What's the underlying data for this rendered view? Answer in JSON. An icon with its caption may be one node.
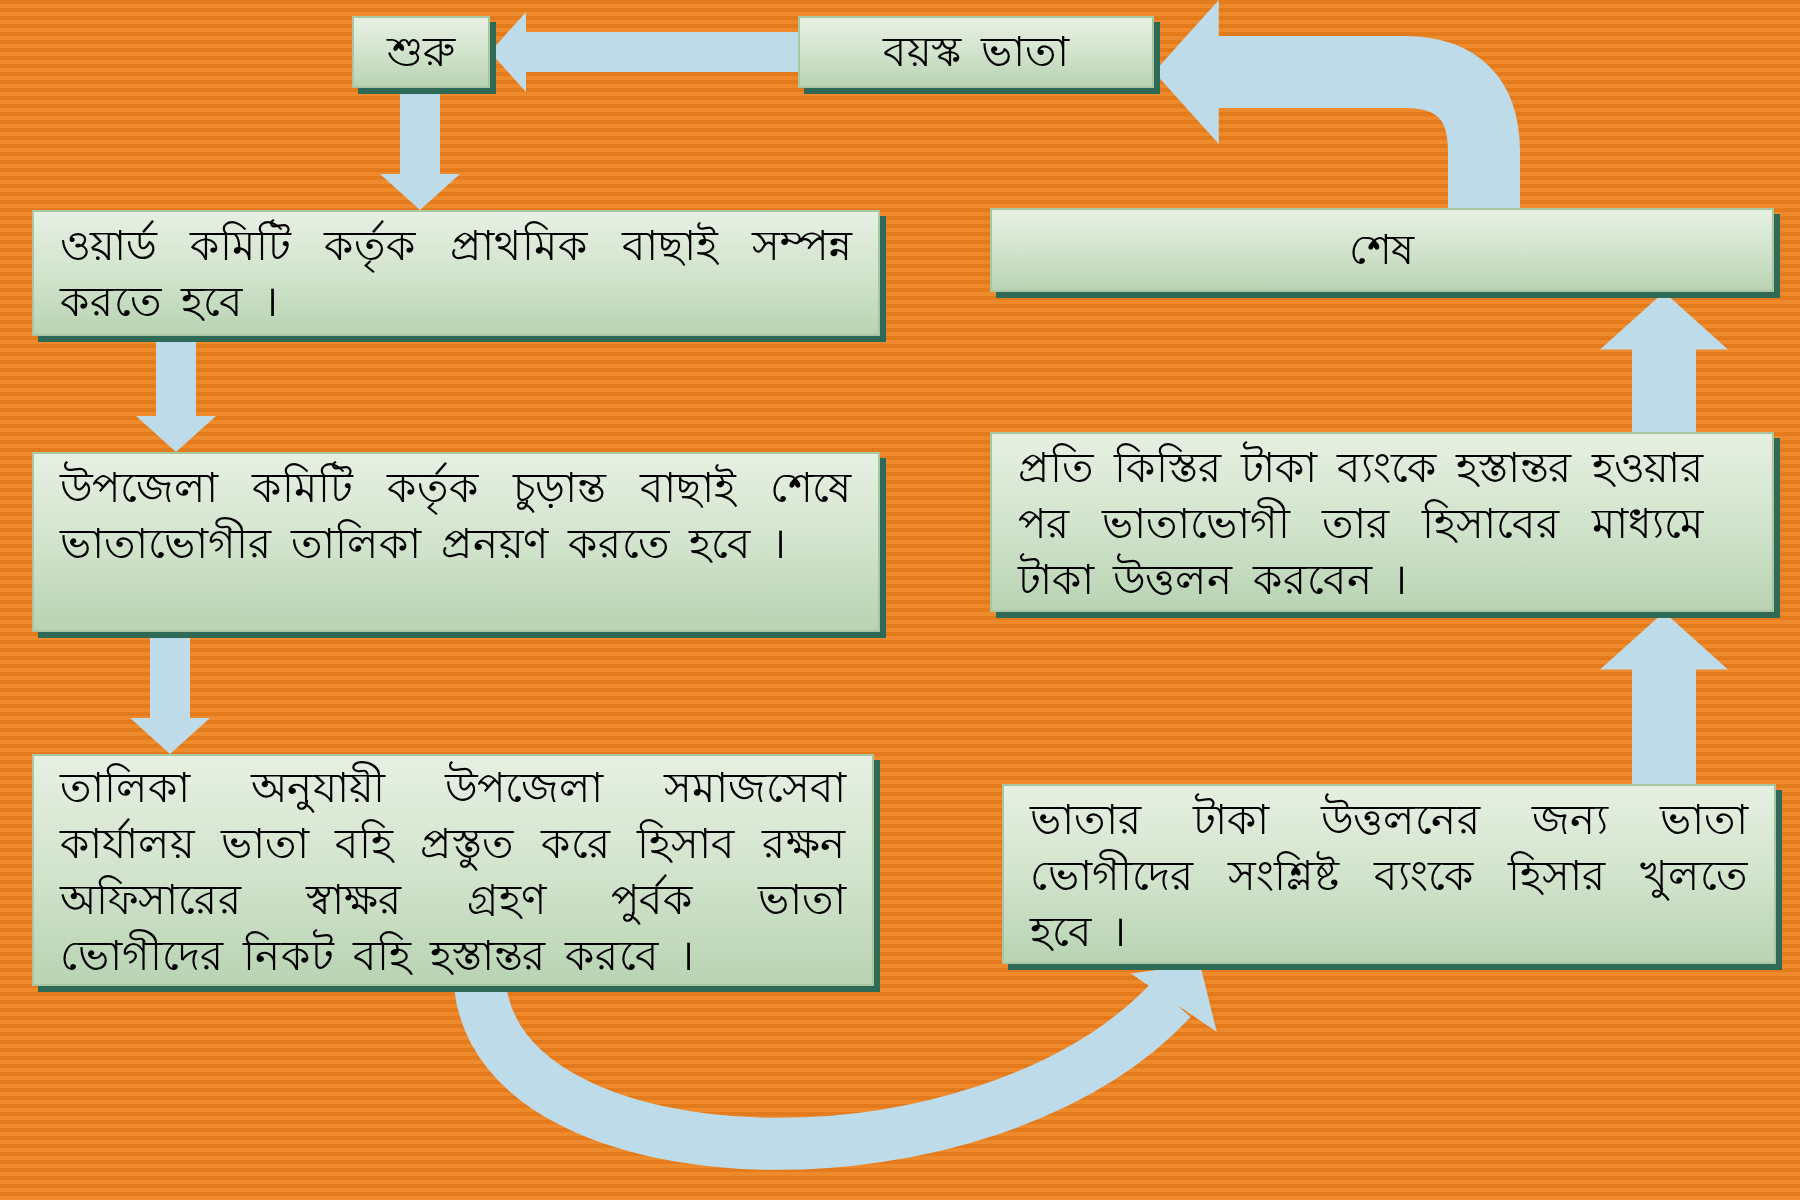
{
  "diagram": {
    "nodes": [
      {
        "text": [
          "শুরু"
        ]
      },
      {
        "text": [
          "বয়স্ক ভাতা"
        ]
      },
      {
        "text": [
          "ওয়ার্ড কমিটি কর্তৃক প্রাথমিক বাছাই সম্পন্ন করতে হবে ।"
        ]
      },
      {
        "text": [
          "উপজেলা কমিটি কর্তৃক চুড়ান্ত বাছাই শেষে ভাতাভোগীর তালিকা প্রনয়ণ করতে হবে ।"
        ]
      },
      {
        "text": [
          "তালিকা অনুযায়ী উপজেলা সমাজসেবা কার্যালয় ভাতা বহি প্রস্তুত করে হিসাব রক্ষন অফিসারের স্বাক্ষর গ্রহণ পুর্বক ভাতা ভোগীদের নিকট বহি হস্তান্তর করবে ।"
        ]
      },
      {
        "text": [
          "ভাতার টাকা উত্তলনের জন্য ভাতা ভোগীদের সংশ্লিষ্ট ব্যংকে হিসার খুলতে হবে ।"
        ]
      },
      {
        "text": [
          "প্রতি কিস্তির টাকা ব্যংকে হস্তান্তর হওয়ার পর ভাতাভোগী তার হিসাবের মাধ্যমে টাকা উত্তলন করবেন ।"
        ]
      },
      {
        "text": [
          "শেষ"
        ]
      }
    ],
    "edges": [
      {
        "from": 1,
        "to": 0,
        "arrow": "to"
      },
      {
        "from": 0,
        "to": 2,
        "arrow": "to"
      },
      {
        "from": 2,
        "to": 3,
        "arrow": "to"
      },
      {
        "from": 3,
        "to": 4,
        "arrow": "to"
      },
      {
        "from": 4,
        "to": 5,
        "arrow": "to"
      },
      {
        "from": 5,
        "to": 6,
        "arrow": "to"
      },
      {
        "from": 6,
        "to": 7,
        "arrow": "to"
      },
      {
        "from": 7,
        "to": 1,
        "arrow": "to"
      }
    ]
  }
}
